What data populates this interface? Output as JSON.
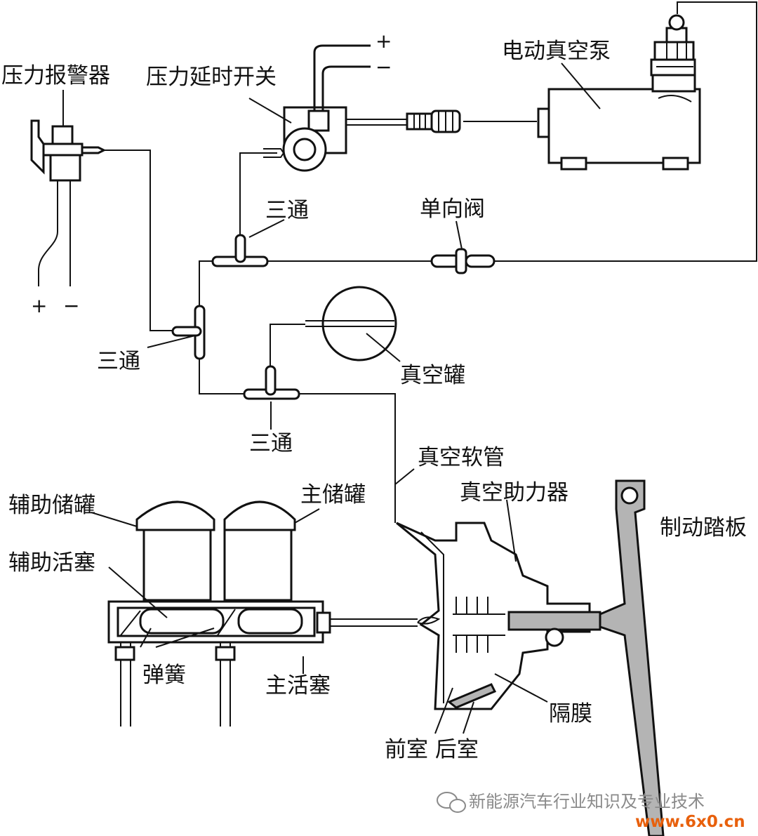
{
  "labels": {
    "pressure_alarm": "压力报警器",
    "pressure_delay_switch": "压力延时开关",
    "electric_vacuum_pump": "电动真空泵",
    "tee_upper": "三通",
    "check_valve": "单向阀",
    "tee_left": "三通",
    "vacuum_tank": "真空罐",
    "tee_lower": "三通",
    "vacuum_hose": "真空软管",
    "vacuum_booster": "真空助力器",
    "brake_pedal": "制动踏板",
    "aux_reservoir": "辅助储罐",
    "main_reservoir": "主储罐",
    "aux_piston": "辅助活塞",
    "spring": "弹簧",
    "main_piston": "主活塞",
    "diaphragm": "隔膜",
    "front_rear_chamber": "前室 后室"
  },
  "terminals": {
    "switch_plus": "+",
    "switch_minus": "−",
    "alarm_plus": "+",
    "alarm_minus": "−"
  },
  "watermark": {
    "text": "新能源汽车行业知识及专业技术",
    "site": "www.6x0.cn",
    "site_color": "#e8600c"
  },
  "colors": {
    "line": "#111111",
    "part_fill": "#ffffff",
    "metal_fill": "#b4b4b4"
  }
}
